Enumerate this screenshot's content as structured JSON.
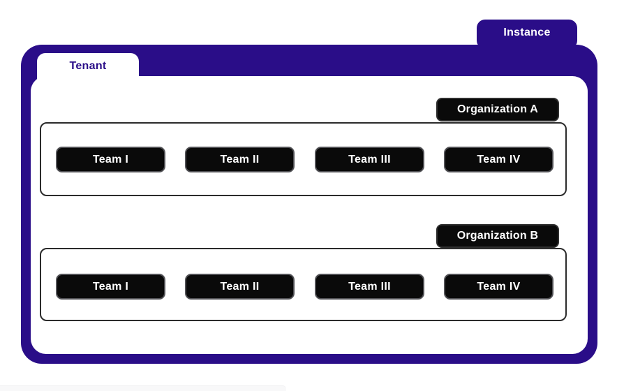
{
  "instance": {
    "label": "Instance"
  },
  "tenant": {
    "label": "Tenant"
  },
  "organizations": [
    {
      "label": "Organization A",
      "teams": [
        "Team I",
        "Team II",
        "Team III",
        "Team IV"
      ]
    },
    {
      "label": "Organization B",
      "teams": [
        "Team I",
        "Team II",
        "Team III",
        "Team IV"
      ]
    }
  ],
  "colors": {
    "indigo": "#2a0d88",
    "box_black": "#0a0a0a",
    "team_border_gray": "#515155",
    "org_border_dark": "#2b2b2b",
    "background_white": "#ffffff"
  }
}
